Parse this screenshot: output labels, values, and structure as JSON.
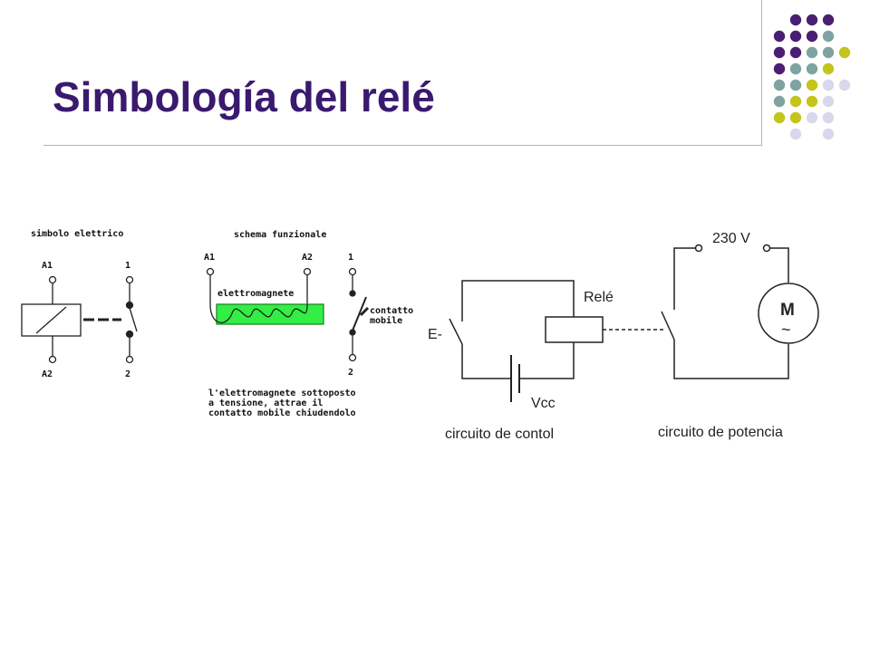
{
  "title": "Simbología del relé",
  "colors": {
    "title": "#3a1a6e",
    "purple": "#4a1f72",
    "teal": "#7fa3a3",
    "olive": "#c4c41c",
    "lavender": "#d8d8ec",
    "coil_green": "#33ee44"
  },
  "left_diagram": {
    "symbol_heading": "simbolo elettrico",
    "a1": "A1",
    "a2": "A2",
    "t1": "1",
    "t2": "2"
  },
  "middle_diagram": {
    "heading": "schema funzionale",
    "a1": "A1",
    "a2": "A2",
    "t1": "1",
    "t2": "2",
    "electromagnet": "elettromagnete",
    "contact_line1": "contatto",
    "contact_line2": "mobile",
    "note_line1": "l'elettromagnete sottoposto",
    "note_line2": "a tensione, attrae il",
    "note_line3": "contatto mobile chiudendolo"
  },
  "right_diagram": {
    "relay": "Relé",
    "switch": "E-",
    "vcc": "Vcc",
    "control_caption": "circuito de contol",
    "voltage": "230 V",
    "motor": "M",
    "motor_symbol": "~",
    "power_caption": "circuito de potencia"
  }
}
